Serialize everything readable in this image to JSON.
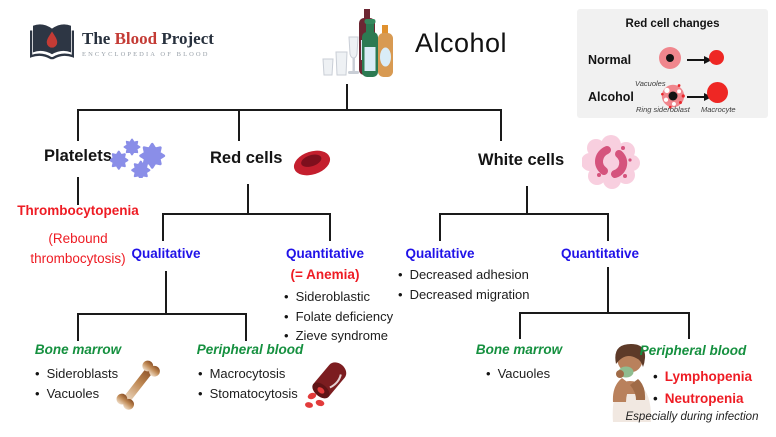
{
  "colors": {
    "accent_blue": "#2012e8",
    "accent_red": "#ee1c24",
    "accent_green": "#15903f",
    "line_black": "#1a1a1a",
    "legend_bg": "#f1f1f1",
    "cell_pink": "#f0868d",
    "cell_red": "#ee2724",
    "platelet_purple": "#8a8ee8",
    "logo_dark": "#2d3644",
    "logo_red": "#c43b35"
  },
  "logo": {
    "the": "The",
    "blood": "Blood",
    "project": "Project",
    "subtitle": "ENCYCLOPEDIA OF BLOOD"
  },
  "title": "Alcohol",
  "legend": {
    "title": "Red cell changes",
    "normal_label": "Normal",
    "alcohol_label": "Alcohol",
    "vacuoles": "Vacuoles",
    "ring_sideroblast": "Ring sideroblast",
    "macrocyte": "Macrocyte"
  },
  "platelets": {
    "label": "Platelets",
    "effect": "Thrombocytopenia",
    "note1": "(Rebound",
    "note2": "thrombocytosis)"
  },
  "red_cells": {
    "label": "Red cells",
    "qualitative_label": "Qualitative",
    "quantitative_label": "Quantitative",
    "anemia": "(= Anemia)",
    "quantitative_items": [
      "Sideroblastic",
      "Folate deficiency",
      "Zieve syndrome"
    ],
    "bone_marrow_label": "Bone marrow",
    "bone_marrow_items": [
      "Sideroblasts",
      "Vacuoles"
    ],
    "peripheral_label": "Peripheral blood",
    "peripheral_items": [
      "Macrocytosis",
      "Stomatocytosis"
    ]
  },
  "white_cells": {
    "label": "White cells",
    "qualitative_label": "Qualitative",
    "qualitative_items": [
      "Decreased adhesion",
      "Decreased migration"
    ],
    "quantitative_label": "Quantitative",
    "bone_marrow_label": "Bone marrow",
    "bone_marrow_items": [
      "Vacuoles"
    ],
    "peripheral_label": "Peripheral blood",
    "peripheral_items": [
      "Lymphopenia",
      "Neutropenia"
    ],
    "note": "Especially during infection"
  }
}
